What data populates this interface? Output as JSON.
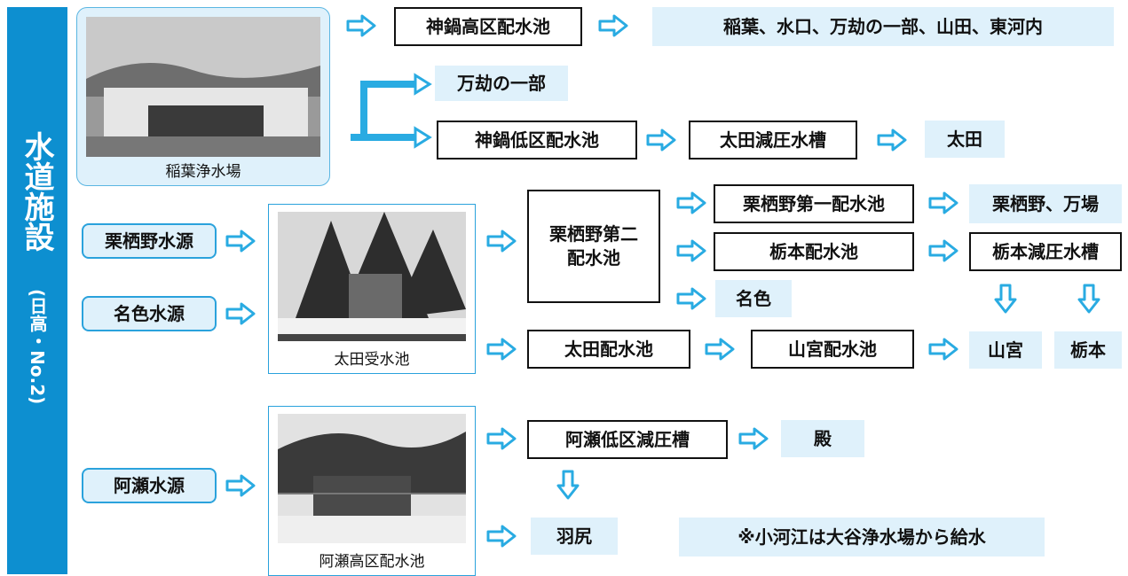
{
  "sidebar": {
    "title": "水道施設",
    "subtitle": "(日高・No.2)"
  },
  "photos": {
    "inaba_plant": "稲葉浄水場",
    "ota_receiving": "太田受水池",
    "ase_high": "阿瀬高区配水池"
  },
  "sources": {
    "kurisuno": "栗栖野水源",
    "nairo": "名色水源",
    "ase": "阿瀬水源"
  },
  "facilities": {
    "kannabe_high": "神鍋高区配水池",
    "kannabe_low": "神鍋低区配水池",
    "ota_pressure": "太田減圧水槽",
    "kurisuno_2": "栗栖野第二\n配水池",
    "kurisuno_1": "栗栖野第一配水池",
    "tochimoto_res": "栃本配水池",
    "tochimoto_pressure": "栃本減圧水槽",
    "ota_res": "太田配水池",
    "yamamiya_res": "山宮配水池",
    "ase_low": "阿瀬低区減圧槽"
  },
  "areas": {
    "inaba_etc": "稲葉、水口、万劫の一部、山田、東河内",
    "mango_part": "万劫の一部",
    "ota": "太田",
    "kurisuno_manba": "栗栖野、万場",
    "nairo": "名色",
    "yamamiya": "山宮",
    "tochimoto": "栃本",
    "tono": "殿",
    "hajiri": "羽尻"
  },
  "note": "※小河江は大谷浄水場から給水",
  "colors": {
    "sidebar": "#0d8fd0",
    "arrow": "#29abe2",
    "fill": "#dff1fb"
  }
}
